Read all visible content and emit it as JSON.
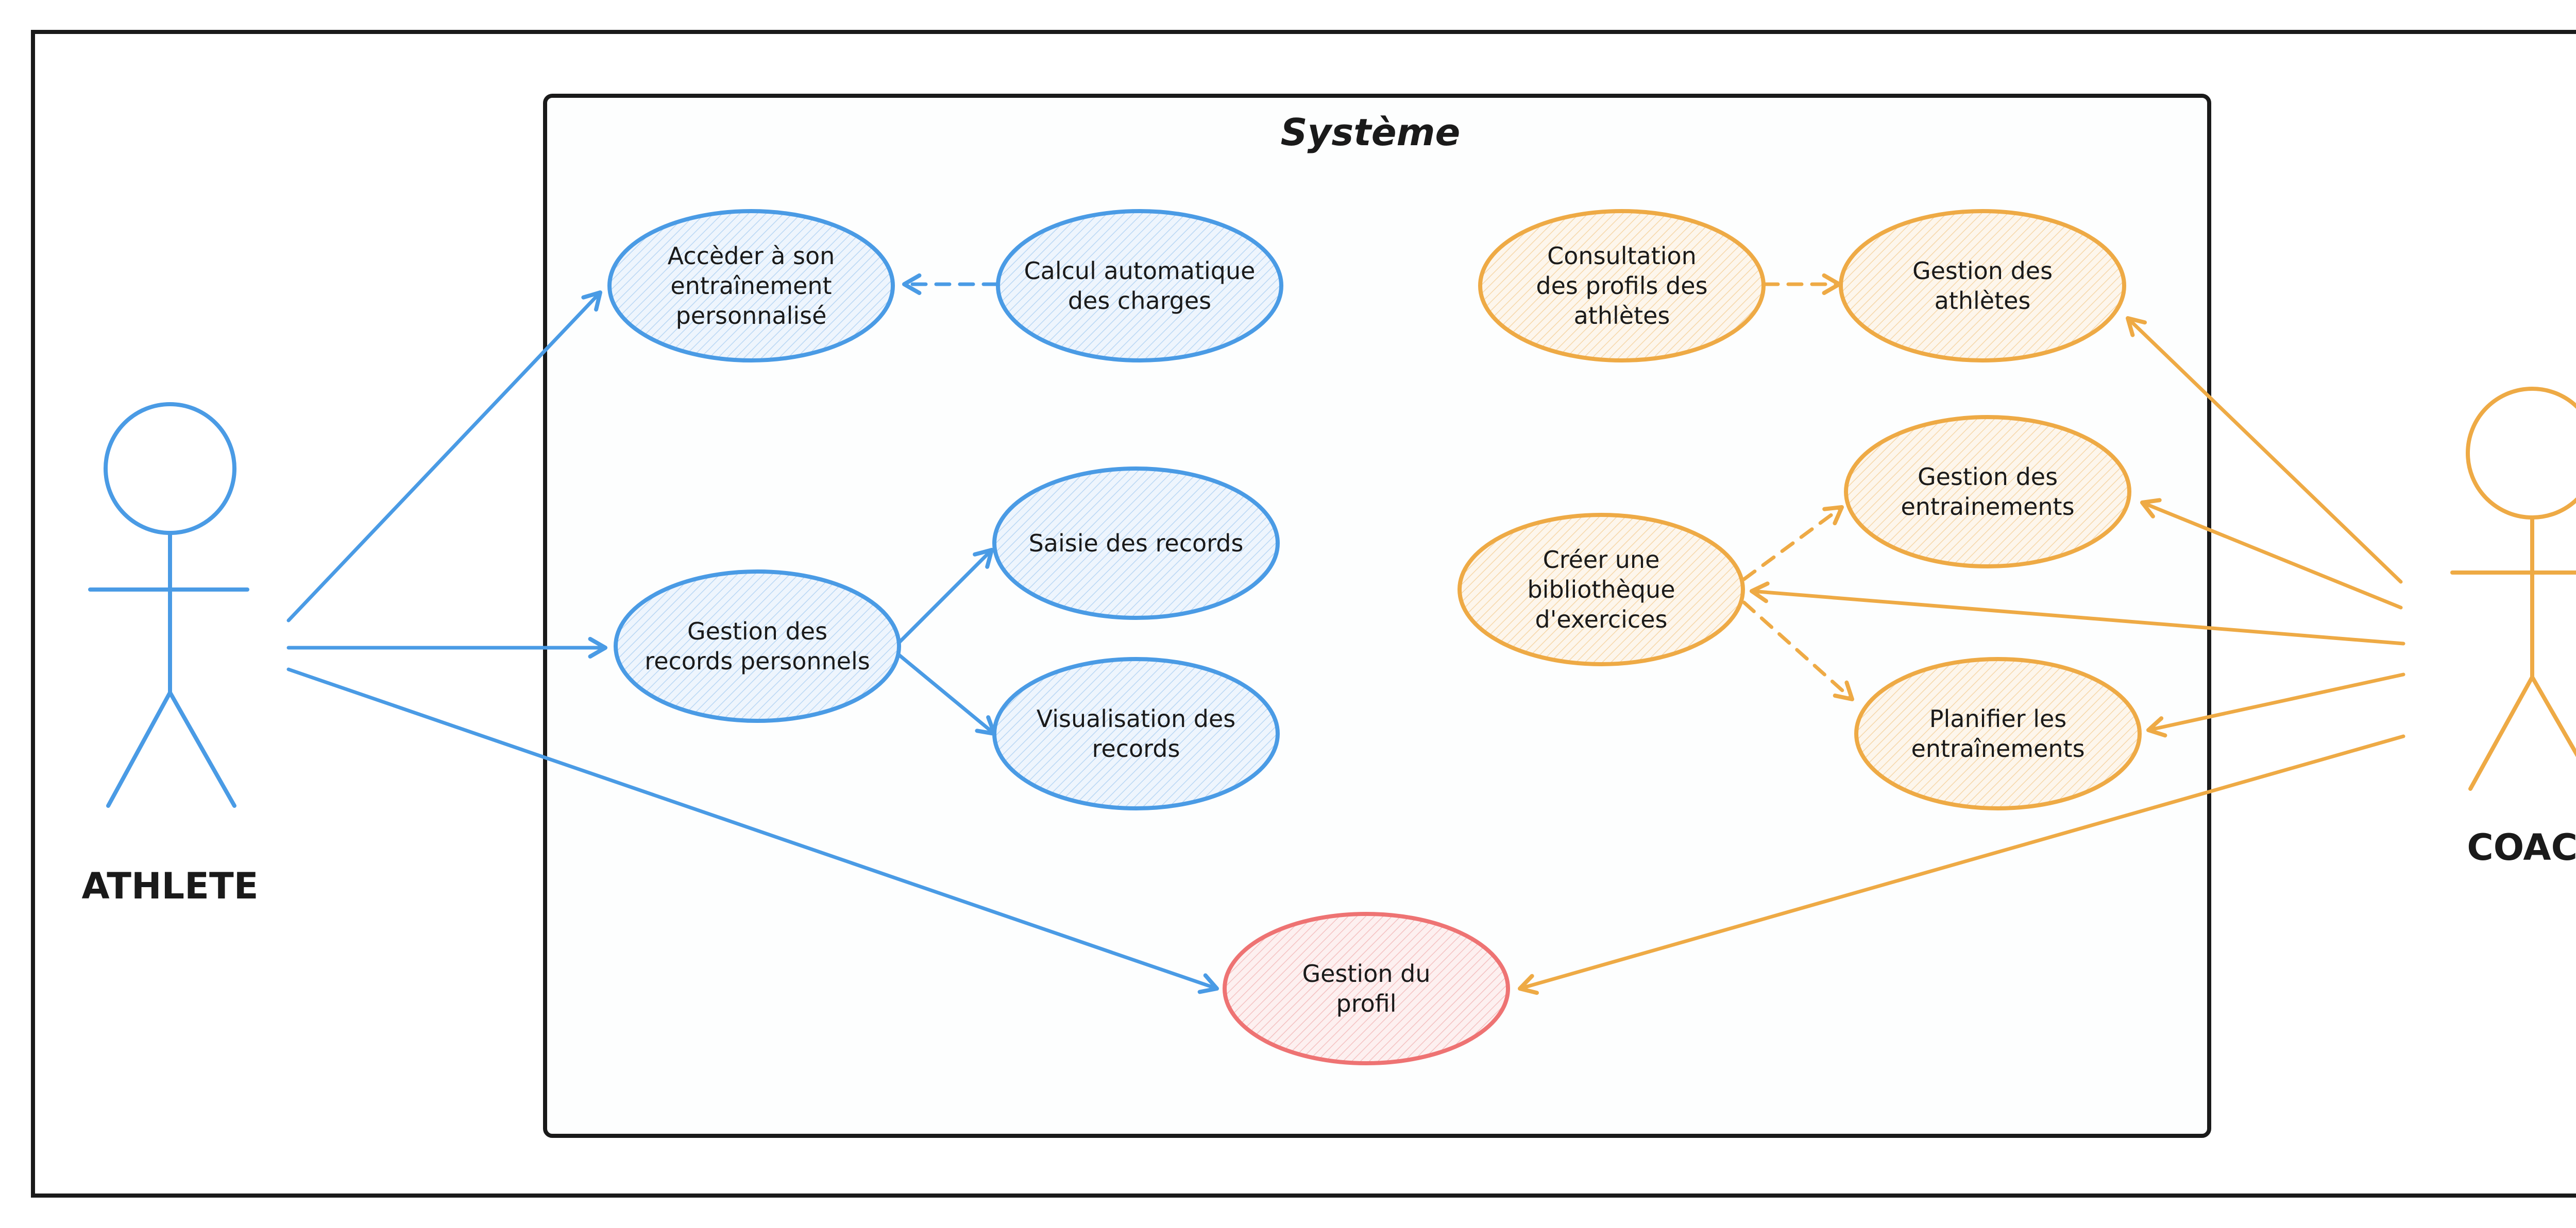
{
  "colors": {
    "athlete": "#4a9be5",
    "coach": "#eeaa45",
    "shared": "#ee7373",
    "border": "#1a1a1a",
    "athlete_fill": "#eaf3fc",
    "coach_fill": "#fdf4e7",
    "shared_fill": "#fdeeee"
  },
  "system": {
    "title": "Système"
  },
  "actors": {
    "athlete": {
      "label": "ATHLETE"
    },
    "coach": {
      "label": "COACH"
    }
  },
  "use_cases": {
    "acceder": {
      "lines": [
        "Accèder à son",
        "entraînement",
        "personnalisé"
      ]
    },
    "calcul": {
      "lines": [
        "Calcul automatique",
        "des charges"
      ]
    },
    "gestion_records": {
      "lines": [
        "Gestion des",
        "records personnels"
      ]
    },
    "saisie": {
      "lines": [
        "Saisie des records"
      ]
    },
    "visualisation": {
      "lines": [
        "Visualisation des",
        "records"
      ]
    },
    "gestion_profil": {
      "lines": [
        "Gestion du",
        "profil"
      ]
    },
    "consultation": {
      "lines": [
        "Consultation",
        "des profils des",
        "athlètes"
      ]
    },
    "gestion_athletes": {
      "lines": [
        "Gestion des",
        "athlètes"
      ]
    },
    "gestion_entrainements": {
      "lines": [
        "Gestion des",
        "entrainements"
      ]
    },
    "bibliotheque": {
      "lines": [
        "Créer une",
        "bibliothèque",
        "d'exercices"
      ]
    },
    "planifier": {
      "lines": [
        "Planifier les",
        "entraînements"
      ]
    }
  }
}
